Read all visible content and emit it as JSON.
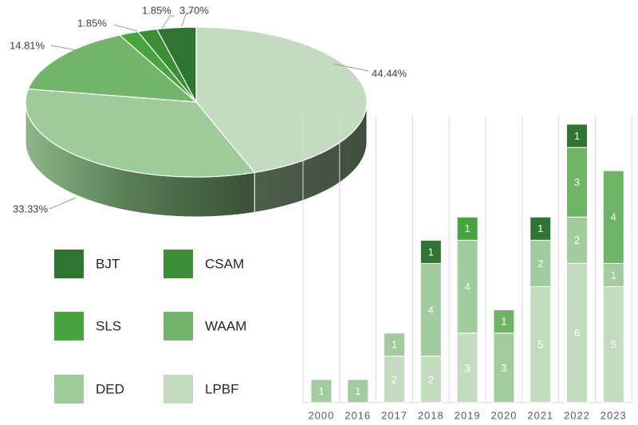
{
  "chart_data": [
    {
      "type": "pie",
      "slices": [
        {
          "name": "LPBF",
          "value": 44.44,
          "label": "44.44%",
          "color": "#c3dcc0"
        },
        {
          "name": "DED",
          "value": 33.33,
          "label": "33.33%",
          "color": "#9fcb9a"
        },
        {
          "name": "WAAM",
          "value": 14.81,
          "label": "14.81%",
          "color": "#72b56b"
        },
        {
          "name": "SLS",
          "value": 1.85,
          "label": "1.85%",
          "color": "#48a43f"
        },
        {
          "name": "CSAM",
          "value": 1.85,
          "label": "1.85%",
          "color": "#3b8e35"
        },
        {
          "name": "BJT",
          "value": 3.7,
          "label": "3.70%",
          "color": "#2f7430"
        }
      ],
      "three_d": true
    },
    {
      "type": "bar",
      "stacked": true,
      "categories": [
        "2000",
        "2016",
        "2017",
        "2018",
        "2019",
        "2020",
        "2021",
        "2022",
        "2023"
      ],
      "series": [
        {
          "name": "LPBF",
          "values": [
            0,
            0,
            2,
            2,
            3,
            0,
            5,
            6,
            5
          ]
        },
        {
          "name": "DED",
          "values": [
            1,
            1,
            1,
            4,
            4,
            3,
            2,
            2,
            1
          ]
        },
        {
          "name": "WAAM",
          "values": [
            0,
            0,
            0,
            0,
            0,
            1,
            0,
            3,
            4
          ]
        },
        {
          "name": "SLS",
          "values": [
            0,
            0,
            0,
            0,
            1,
            0,
            0,
            0,
            0
          ]
        },
        {
          "name": "CSAM",
          "values": [
            0,
            0,
            0,
            0,
            0,
            0,
            0,
            0,
            0
          ]
        },
        {
          "name": "BJT",
          "values": [
            0,
            0,
            0,
            1,
            0,
            0,
            1,
            1,
            0
          ]
        }
      ],
      "ylim": [
        0,
        12
      ],
      "grid": "vertical",
      "title": "",
      "xlabel": "",
      "ylabel": ""
    }
  ],
  "legend": {
    "position": "bottom-left",
    "items": [
      {
        "name": "BJT",
        "color": "#2f7430"
      },
      {
        "name": "CSAM",
        "color": "#3b8e35"
      },
      {
        "name": "SLS",
        "color": "#48a43f"
      },
      {
        "name": "WAAM",
        "color": "#72b56b"
      },
      {
        "name": "DED",
        "color": "#9fcb9a"
      },
      {
        "name": "LPBF",
        "color": "#c3dcc0"
      }
    ]
  },
  "segment_colors": {
    "LPBF": "#c3dcc0",
    "DED": "#a2cc9e",
    "WAAM": "#6fb466",
    "SLS": "#46a33e",
    "CSAM": "#3b8e35",
    "BJT": "#2f7430"
  }
}
